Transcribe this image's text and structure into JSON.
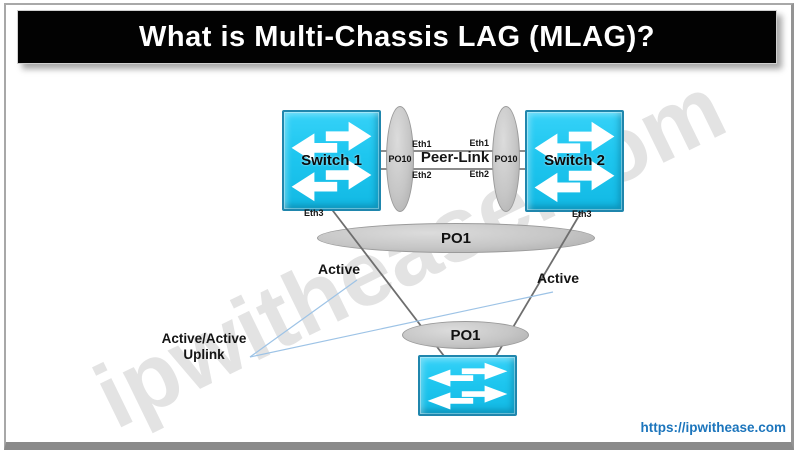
{
  "title": "What is Multi-Chassis LAG (MLAG)?",
  "watermark": "ipwithease.com",
  "footer": {
    "url": "https://ipwithease.com"
  },
  "diagram": {
    "switches": {
      "switch1": "Switch 1",
      "switch2": "Switch 2"
    },
    "peer_link": {
      "label": "Peer-Link",
      "po10_left": "PO10",
      "po10_right": "PO10",
      "eth1_left": "Eth1",
      "eth1_right": "Eth1",
      "eth2_left": "Eth2",
      "eth2_right": "Eth2"
    },
    "ports": {
      "eth3_left": "Eth3",
      "eth3_right": "Eth3"
    },
    "port_channels": {
      "po1_upper": "PO1",
      "po1_lower": "PO1"
    },
    "annotations": {
      "active_left": "Active",
      "active_right": "Active",
      "uplink_line1": "Active/Active",
      "uplink_line2": "Uplink"
    }
  },
  "colors": {
    "title_bg": "#000000",
    "title_fg": "#FFFFFF",
    "switch_fill": "#1EC6EF",
    "switch_border": "#1F86AD",
    "ellipse_fill": "#C6C6C6",
    "line_gray": "#6E6E6E",
    "peer_line_gray": "#8C8C8C",
    "pointer_blue": "#9DC3E6",
    "url_blue": "#1C75BC"
  }
}
